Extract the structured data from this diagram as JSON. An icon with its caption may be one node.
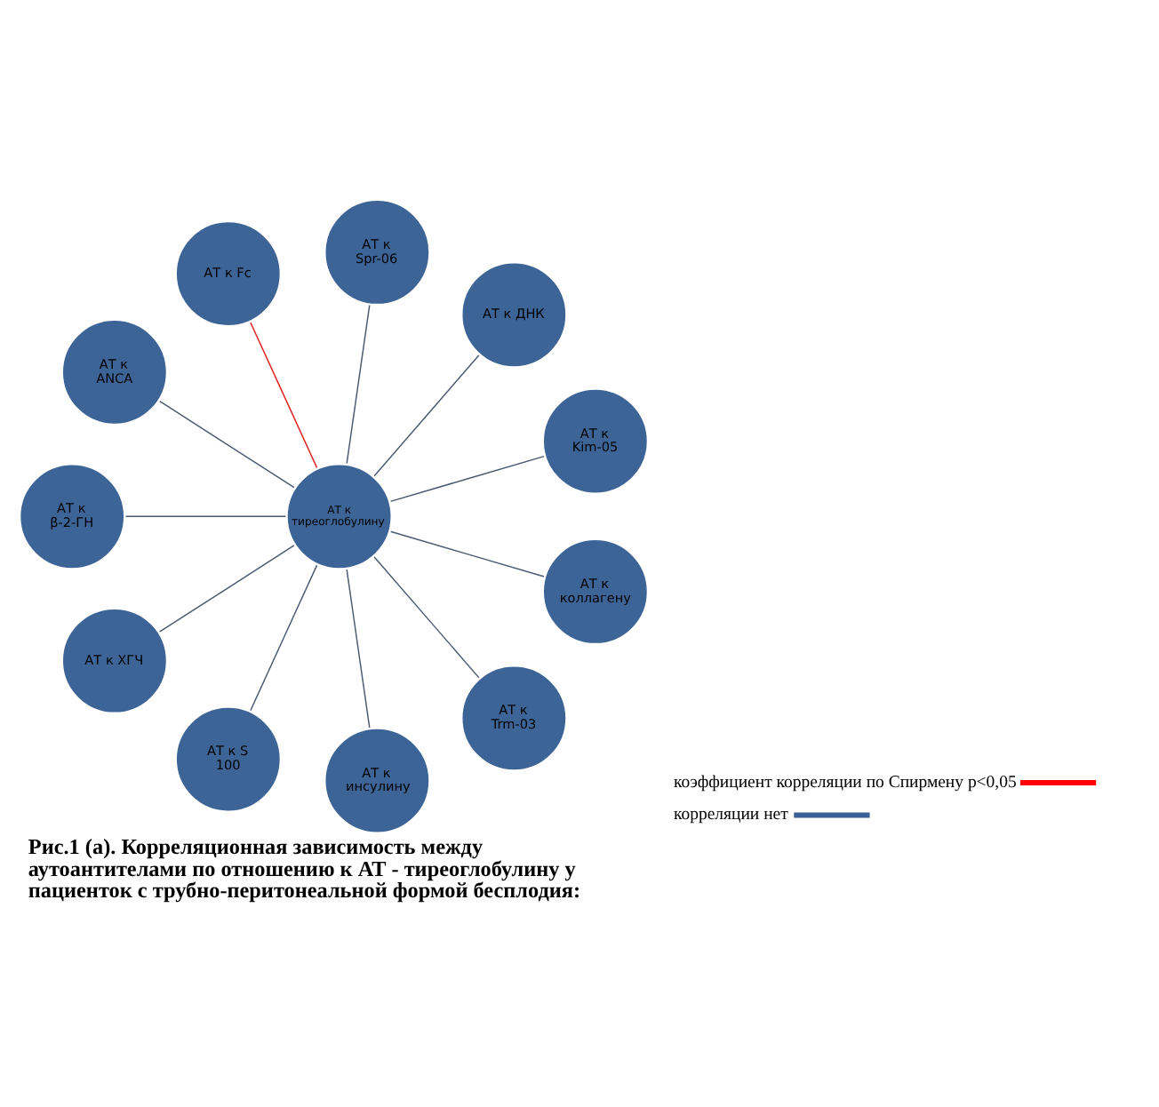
{
  "diagram": {
    "caption": "Рис.1 (а). Корреляционная зависимость между аутоантителами по отношению к АТ - тиреоглобулину у пациенток с трубно-перитонеальной формой бесплодия:",
    "nodes": [
      {
        "text": [
          "АТ к Kim-05"
        ]
      },
      {
        "text": [
          "АТ к ДНК"
        ]
      },
      {
        "text": [
          "АТ к Spr-06"
        ]
      },
      {
        "text": [
          "АТ к Fc"
        ]
      },
      {
        "text": [
          "АТ к ANCA"
        ]
      },
      {
        "text": [
          "АТ к β-2-ГН"
        ]
      },
      {
        "text": [
          "АТ к тиреоглобулину"
        ]
      },
      {
        "text": [
          "АТ к ХГЧ"
        ]
      },
      {
        "text": [
          "АТ к S 100"
        ]
      },
      {
        "text": [
          "АТ к инсулину"
        ]
      },
      {
        "text": [
          "АТ к Trm-03"
        ]
      },
      {
        "text": [
          "АТ к коллагену"
        ]
      }
    ],
    "edges": [
      {
        "from": 6,
        "to": 0,
        "arrow": "none"
      },
      {
        "from": 6,
        "to": 1,
        "arrow": "none"
      },
      {
        "from": 6,
        "to": 2,
        "arrow": "none"
      },
      {
        "from": 6,
        "to": 4,
        "arrow": "none"
      },
      {
        "from": 6,
        "to": 7,
        "arrow": "none"
      },
      {
        "from": 6,
        "to": 9,
        "arrow": "none"
      },
      {
        "from": 6,
        "to": 11,
        "arrow": "none"
      },
      {
        "from": 6,
        "to": 10,
        "arrow": "none"
      },
      {
        "from": 6,
        "to": 8,
        "arrow": "none"
      },
      {
        "from": 6,
        "to": 5,
        "arrow": "none"
      },
      {
        "from": 6,
        "to": 3,
        "arrow": "none",
        "color": "#e02020"
      }
    ],
    "legend": [
      {
        "text": "коэффициент корреляции по Спирмену p<0,05",
        "color": "#ff0000"
      },
      {
        "text": "корреляции нет",
        "color": "#3a5f96"
      }
    ]
  }
}
